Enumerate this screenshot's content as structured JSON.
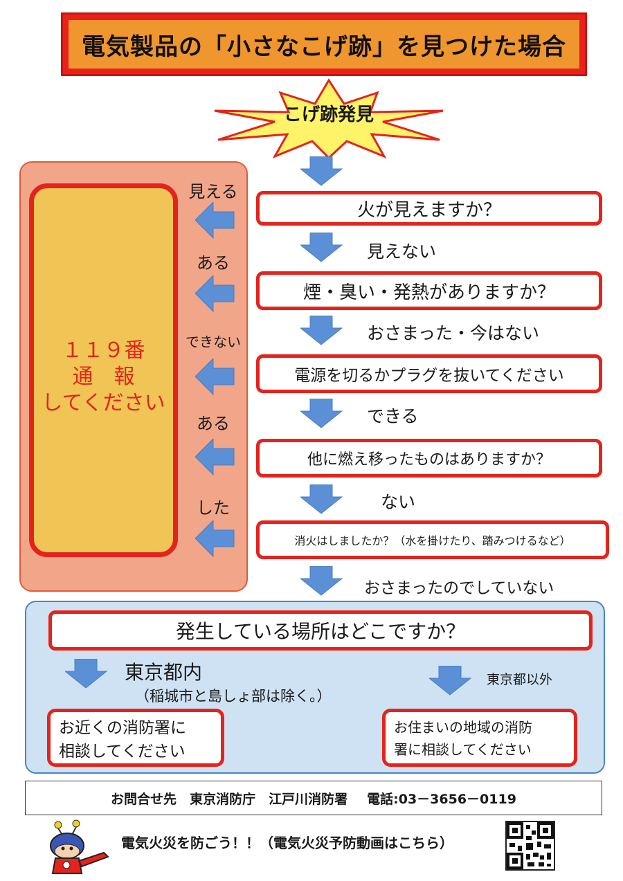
{
  "title": "電気製品の「小さなこげ跡」を見つけた場合",
  "start": "こげ跡発見",
  "call_box": {
    "line1": "１１９番",
    "line2": "通　報",
    "line3": "してください"
  },
  "left_labels": [
    "見える",
    "ある",
    "できない",
    "ある",
    "した"
  ],
  "questions": [
    "火が見えますか？",
    "煙・臭い・発熱がありますか？",
    "電源を切るかプラグを抜いてください",
    "他に燃え移ったものはありますか？",
    "消火はしましたか？（水を掛けたり、踏みつけるなど）"
  ],
  "down_labels": [
    "見えない",
    "おさまった・今はない",
    "できる",
    "ない",
    "おさまったのでしていない"
  ],
  "location": {
    "question": "発生している場所はどこですか？",
    "tokyo_label": "東京都内",
    "tokyo_note": "（稲城市と島しょ部は除く。）",
    "other_label": "東京都以外",
    "tokyo_action_line1": "お近くの消防署に",
    "tokyo_action_line2": "相談してください",
    "other_action_line1": "お住まいの地域の消防",
    "other_action_line2": "署に相談してください"
  },
  "contact": {
    "label": "お問合せ先",
    "org": "東京消防庁",
    "station": "江戸川消防署",
    "phone": "電話:03－3656－0119"
  },
  "slogan": "電気火災を防ごう！！（電気火災予防動画はこちら）",
  "colors": {
    "red": "#e4241c",
    "orange": "#f0962e",
    "yellow": "#f0c556",
    "salmon": "#f1a68a",
    "blue_arrow": "#5b8fd6",
    "panel_blue": "#cfe2f4"
  }
}
